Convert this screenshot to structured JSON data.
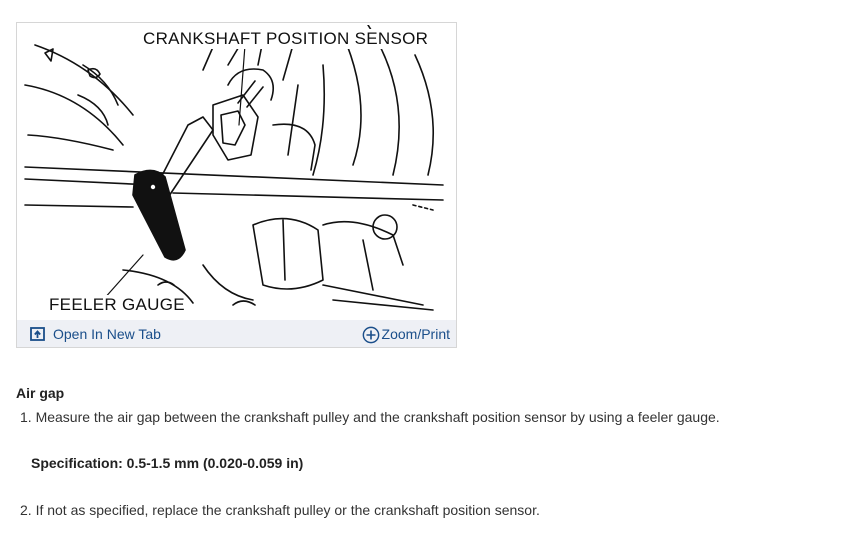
{
  "figure": {
    "label_top": "CRANKSHAFT POSITION SENSOR",
    "label_bottom": "FEELER GAUGE",
    "open_tab_label": "Open In New Tab",
    "zoom_label": "Zoom/Print",
    "icons": [
      "open-in-new-tab-icon",
      "zoom-plus-icon"
    ],
    "accent_color": "#1a4e8a",
    "toolbar_color": "#eef0f5"
  },
  "content": {
    "section_title": "Air gap",
    "steps": [
      "1. Measure the air gap between the crankshaft pulley and the crankshaft position sensor by using a feeler gauge.",
      "2. If not as specified, replace the crankshaft pulley or the crankshaft position sensor."
    ],
    "specification": "Specification: 0.5-1.5 mm (0.020-0.059 in)"
  }
}
